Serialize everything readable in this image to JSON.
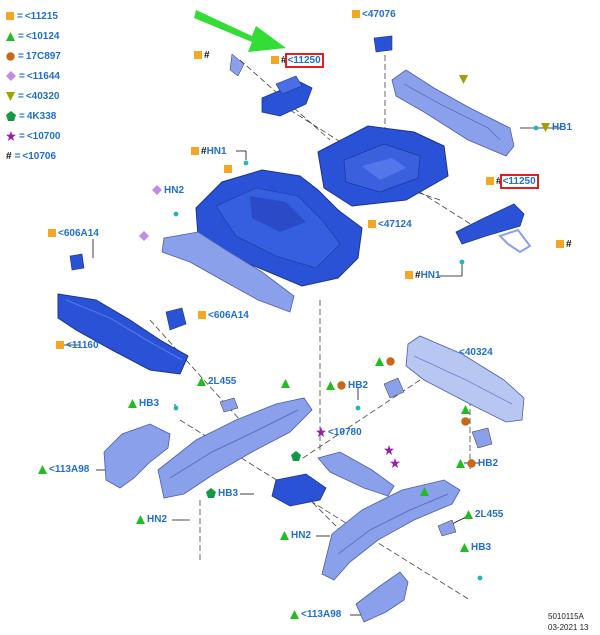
{
  "colors": {
    "orange": "#f5a623",
    "green": "#22bb22",
    "brown": "#c8691a",
    "violet": "#c58ae8",
    "olive": "#a0a000",
    "darkgreen": "#119944",
    "purple": "#9922aa",
    "label_blue": "#1f6fd1",
    "part_blue": "#2a52d6",
    "part_light": "#8aa0ea",
    "arrow_green": "#33dd33",
    "highlight_red": "#e02020"
  },
  "legend": [
    {
      "symbol": "square",
      "color": "orange",
      "text": "<11215"
    },
    {
      "symbol": "triangle",
      "color": "green",
      "text": "<10124"
    },
    {
      "symbol": "circle",
      "color": "brown",
      "text": "17C897"
    },
    {
      "symbol": "diamond",
      "color": "violet",
      "text": "<11644"
    },
    {
      "symbol": "triangle-down",
      "color": "olive",
      "text": "<40320"
    },
    {
      "symbol": "pentagon",
      "color": "darkgreen",
      "text": "4K338"
    },
    {
      "symbol": "star",
      "color": "purple",
      "text": "<10700"
    },
    {
      "symbol": "hash",
      "color": "black",
      "text": "<10706"
    }
  ],
  "callouts": {
    "c47076": "<47076",
    "c11250_top": "<11250",
    "c11250_right": "<11250",
    "hn1_top": "HN1",
    "hn1_right": "HN1",
    "hb1": "HB1",
    "hn2_left": "HN2",
    "c47124": "<47124",
    "c606a14_left": "<606A14",
    "c606a14_mid": "<606A14",
    "c11160": "<11160",
    "c40324": "<40324",
    "c2l455_left": "2L455",
    "hb2_mid": "HB2",
    "hb2_right": "HB2",
    "hb3_left": "HB3",
    "c10780": "<10780",
    "c113a98_left": "<113A98",
    "hb3_mid": "HB3",
    "hn2_bottom_left": "HN2",
    "hn2_bottom_mid": "HN2",
    "c2l455_right": "2L455",
    "hb3_right": "HB3",
    "c113a98_bottom": "<113A98",
    "hash": "#"
  },
  "footer": {
    "ref": "5010115A",
    "date": "03-2021 13"
  }
}
